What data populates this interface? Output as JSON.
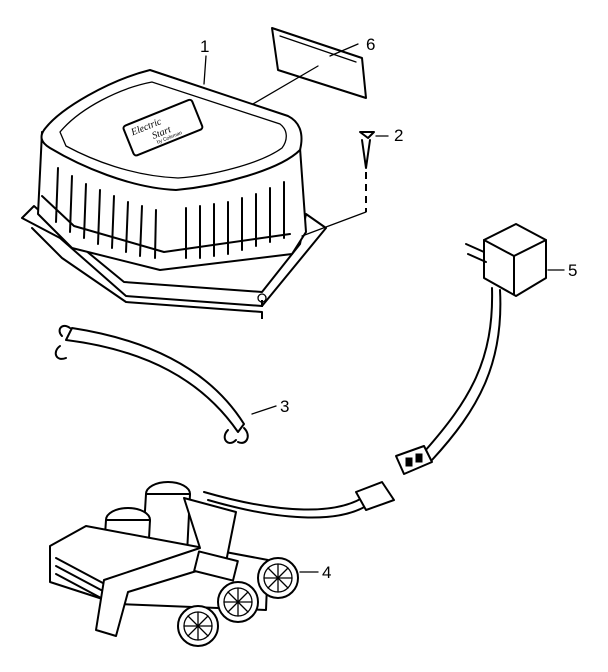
{
  "figure": {
    "callouts": [
      {
        "id": "1",
        "label": "1"
      },
      {
        "id": "2",
        "label": "2"
      },
      {
        "id": "3",
        "label": "3"
      },
      {
        "id": "4",
        "label": "4"
      },
      {
        "id": "5",
        "label": "5"
      },
      {
        "id": "6",
        "label": "6"
      }
    ],
    "parts": [
      {
        "number": "1",
        "icon": "pump-housing-icon"
      },
      {
        "number": "2",
        "icon": "screw-icon"
      },
      {
        "number": "3",
        "icon": "strap-hook-icon"
      },
      {
        "number": "4",
        "icon": "battery-pack-icon"
      },
      {
        "number": "5",
        "icon": "ac-adapter-icon"
      },
      {
        "number": "6",
        "icon": "decal-icon"
      }
    ]
  }
}
